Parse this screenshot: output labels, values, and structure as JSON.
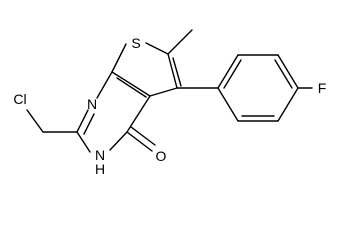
{
  "structure": {
    "atoms": {
      "sulfur": "S",
      "nitrogen_ring": "N",
      "nh": "N",
      "nh_hydrogen": "H",
      "oxygen": "O",
      "chlorine": "Cl",
      "fluorine": "F"
    }
  },
  "colors": {
    "bond": "#000000",
    "label": "#000000",
    "background": "#ffffff"
  }
}
